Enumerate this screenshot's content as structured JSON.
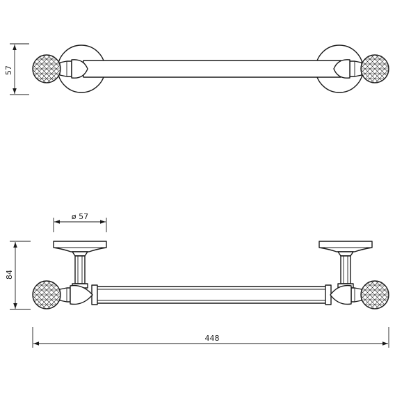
{
  "drawing": {
    "dimensions": {
      "top_height": "57",
      "rosette_diameter": "ø 57",
      "side_height": "84",
      "overall_length": "448"
    }
  }
}
